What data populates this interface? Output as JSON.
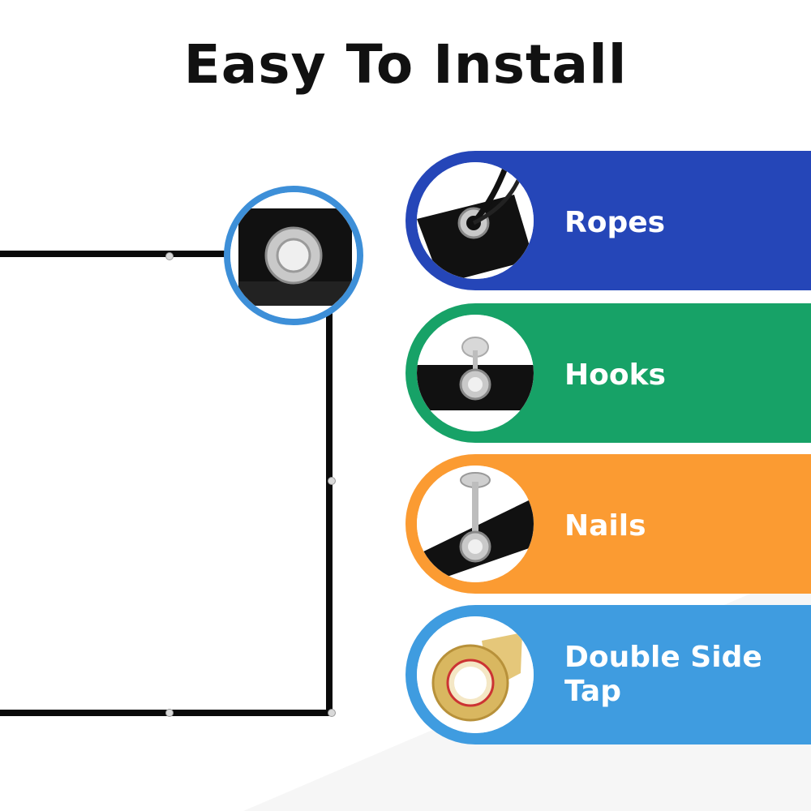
{
  "title": "Easy To Install",
  "colors": {
    "ropes": "#2546b8",
    "hooks": "#17a267",
    "nails": "#fb9b32",
    "tape": "#3f9ce0",
    "zoom_ring": "#3d8fd8",
    "frame": "#0a0a0a"
  },
  "methods": [
    {
      "label": "Ropes",
      "icon": "rope-grommet-icon"
    },
    {
      "label": "Hooks",
      "icon": "hook-grommet-icon"
    },
    {
      "label": "Nails",
      "icon": "nail-grommet-icon"
    },
    {
      "label": "Double Side Tap",
      "icon": "tape-roll-icon"
    }
  ]
}
